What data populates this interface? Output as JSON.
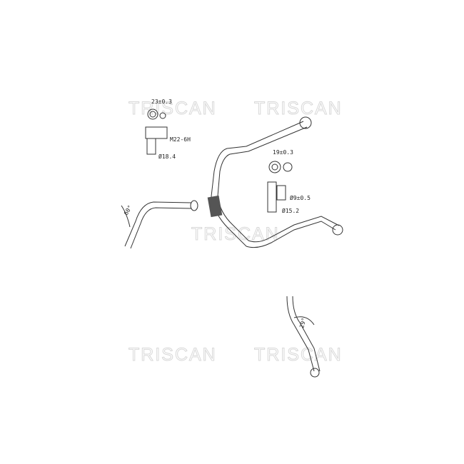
{
  "watermarks": [
    "TRISCAN",
    "TRISCAN",
    "TRISCAN",
    "TRISCAN",
    "TRISCAN"
  ],
  "dimensions": {
    "fitting_a_width": "23±0.3",
    "fitting_a_thread": "M22-6H",
    "fitting_a_diameter": "Ø18.4",
    "fitting_b_width": "19±0.3",
    "fitting_b_inner": "Ø9±0.5",
    "fitting_b_diameter": "Ø15.2",
    "angle_left": "60°",
    "angle_bottom": "29°"
  }
}
